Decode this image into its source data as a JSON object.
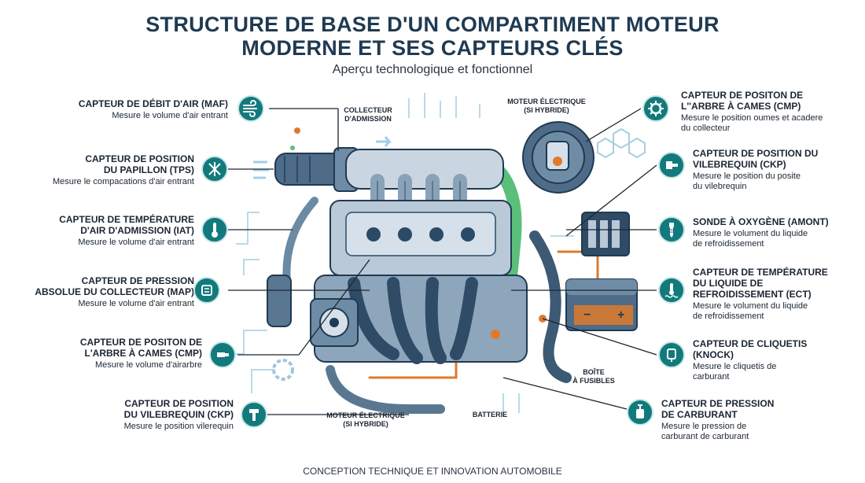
{
  "title_line1": "STRUCTURE DE BASE D'UN COMPARTIMENT MOTEUR",
  "title_line2": "MODERNE ET SES CAPTEURS CLÉS",
  "subtitle": "Aperçu technologique et fonctionnel",
  "footer": "CONCEPTION TECHNIQUE ET INNOVATION AUTOMOBILE",
  "colors": {
    "teal": "#127a7d",
    "navy": "#2a4a66",
    "engine": "#b9c9d8",
    "green": "#5bbf7a",
    "orange": "#e07a2a"
  },
  "left_sensors": [
    {
      "title": "CAPTEUR DE DÉBIT D'AIR (MAF)",
      "desc": "Mesure le volume d'air entrant",
      "icon": "airflow-icon"
    },
    {
      "title": "CAPTEUR DE POSITION\nDU PAPILLON (TPS)",
      "desc": "Mesure le compacations d'air entrant",
      "icon": "throttle-icon"
    },
    {
      "title": "CAPTEUR DE TEMPÉRATURE\nD'AIR D'ADMISSION (IAT)",
      "desc": "Mesure le volume d'air entrant",
      "icon": "thermometer-icon"
    },
    {
      "title": "CAPTEUR DE PRESSION\nABSOLUE DU COLLECTEUR (MAP)",
      "desc": "Mesure le volume d'air entrant",
      "icon": "pressure-sensor-icon"
    },
    {
      "title": "CAPTEUR DE POSITON DE\nL'ARBRE À CAMES (CMP)",
      "desc": "Mesure le volume d'airarbre",
      "icon": "camshaft-sensor-icon"
    },
    {
      "title": "CAPTEUR DE POSITION\nDU VILEBREQUIN (CKP)",
      "desc": "Mesure le position vilerequin",
      "icon": "crankshaft-sensor-icon"
    }
  ],
  "right_sensors": [
    {
      "title": "CAPTEUR DE POSITON DE\nL''ARBRE À CAMES (CMP)",
      "desc": "Mesure le position oumes et acadere\ndu collecteur",
      "icon": "gear-icon"
    },
    {
      "title": "CAPTEUR DE POSITION DU\nVILEBREQUIN (CKP)",
      "desc": "Mesure le position du posite\ndu vilebrequin",
      "icon": "crank-probe-icon"
    },
    {
      "title": "SONDE À OXYGÈNE (AMONT)",
      "desc": "Mesure le volument du liquide\nde refroidissement",
      "icon": "oxygen-sensor-icon"
    },
    {
      "title": "CAPTEUR DE TEMPÉRATURE\nDU LIQUIDE DE\nREFROIDISSEMENT (ECT)",
      "desc": "Mesure le volument du liquide\nde refroidissement",
      "icon": "coolant-temp-icon"
    },
    {
      "title": "CAPTEUR DE CLIQUETIS\n(KNOCK)",
      "desc": "Mesure le cliquetis de\ncarburant",
      "icon": "knock-sensor-icon"
    },
    {
      "title": "CAPTEUR DE PRESSION\nDE CARBURANT",
      "desc": "Mesure le pression de\ncarburant de carburant",
      "icon": "fuel-pressure-icon"
    }
  ],
  "components": {
    "intake_manifold": "COLLECTEUR\nD'ADMISSION",
    "electric_motor_top": "MOTEUR ÉLECTRIQUE\n(SI HYBRIDE)",
    "electric_motor_bottom": "MOTEUR ÉLECTRIQUE\n(SI HYBRIDE)",
    "fuse_box": "BOÎTE\nÀ FUSIBLES",
    "battery": "BATTERIE"
  }
}
